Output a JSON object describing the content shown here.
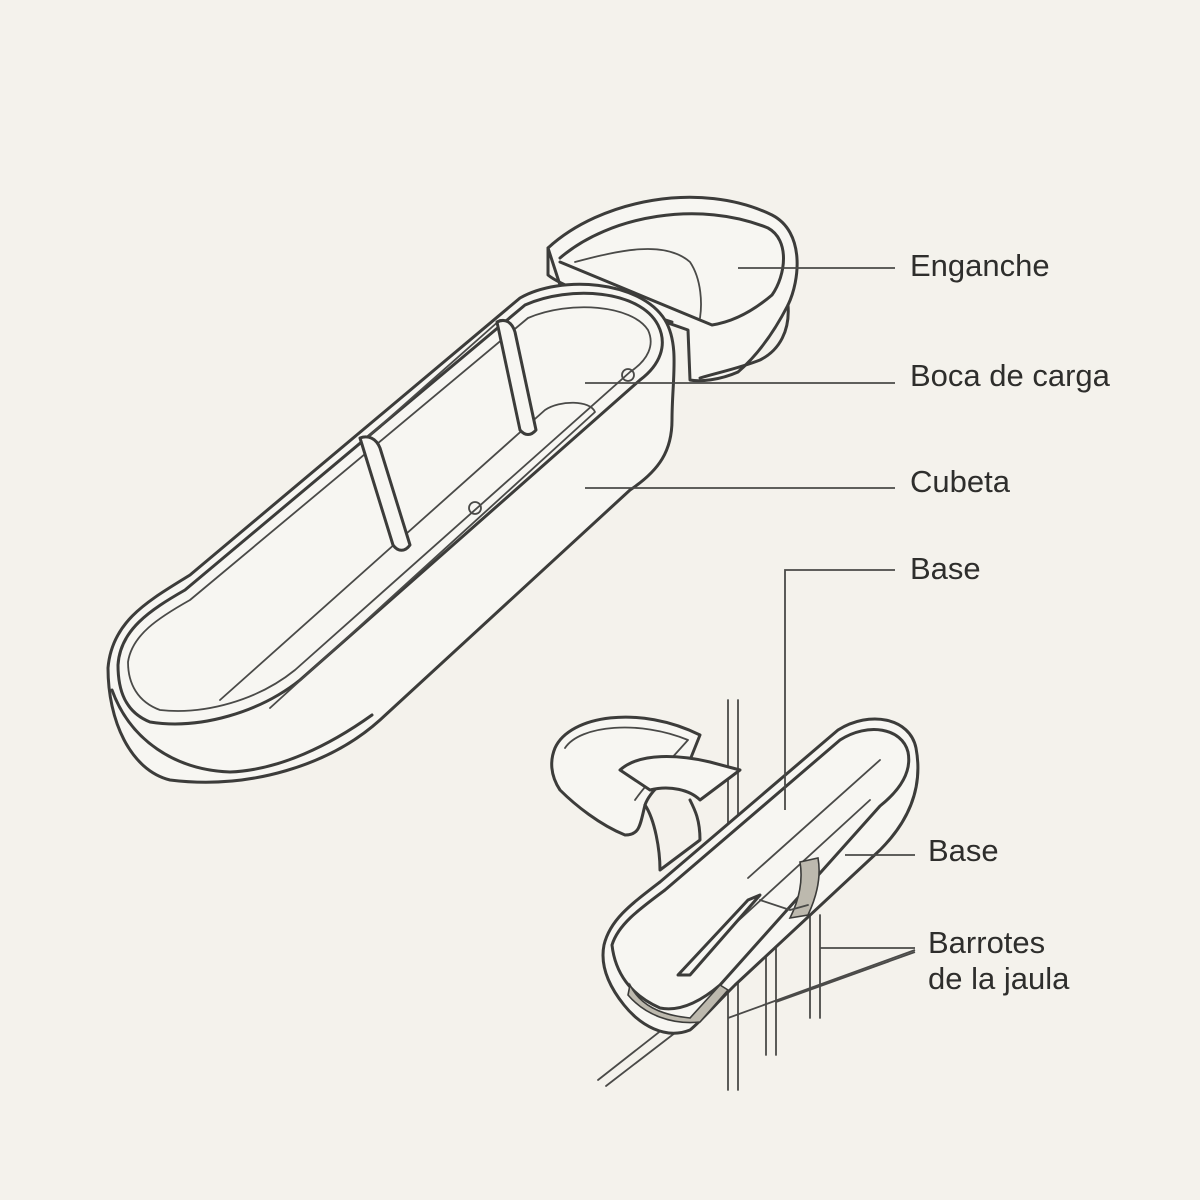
{
  "labels": {
    "enganche": "Enganche",
    "boca_de_carga": "Boca de carga",
    "cubeta": "Cubeta",
    "base_top": "Base",
    "base_bottom": "Base",
    "barrotes_line1": "Barrotes",
    "barrotes_line2": "de la jaula"
  },
  "colors": {
    "background": "#f4f2ec",
    "line": "#3c3c3a",
    "text": "#2e2e2c"
  }
}
